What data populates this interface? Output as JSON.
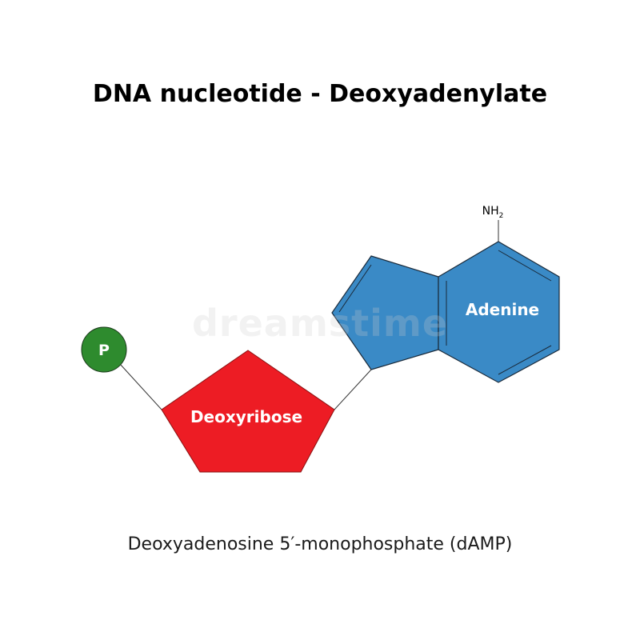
{
  "title": "DNA nucleotide - Deoxyadenylate",
  "caption": "Deoxyadenosine 5′-monophosphate (dAMP)",
  "labels": {
    "phosphate": "P",
    "sugar": "Deoxyribose",
    "base": "Adenine",
    "amine": "NH",
    "amine_subscript": "2"
  },
  "watermark": "dreamstime",
  "colors": {
    "phosphate": "#2e8b2e",
    "sugar": "#ed1c24",
    "base": "#3a8ac6",
    "outline": "#1a2a3a",
    "bond": "#333333",
    "text": "#000000"
  }
}
